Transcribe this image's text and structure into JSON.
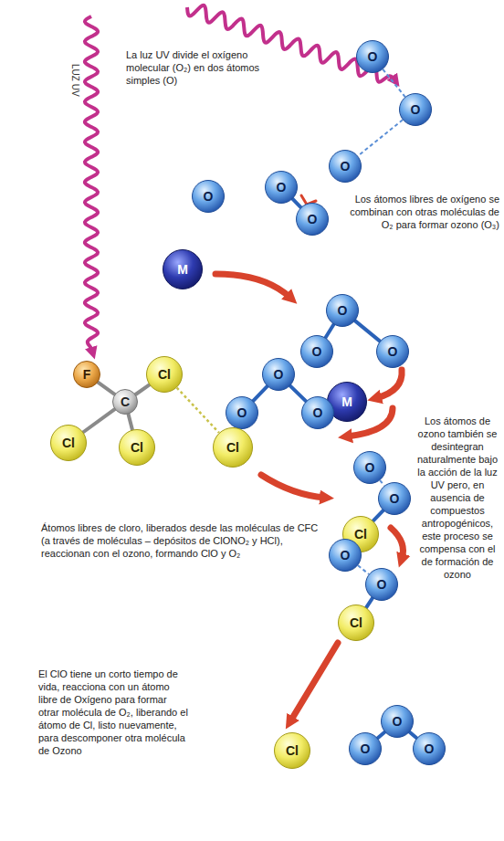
{
  "diagram": {
    "nodes": [
      {
        "text": [
          "O"
        ]
      },
      {
        "text": [
          "O"
        ]
      },
      {
        "text": [
          "O"
        ]
      },
      {
        "text": [
          "O"
        ]
      },
      {
        "text": [
          "O"
        ]
      },
      {
        "text": [
          "O"
        ]
      },
      {
        "text": [
          "M"
        ]
      },
      {
        "text": [
          "O"
        ]
      },
      {
        "text": [
          "O"
        ]
      },
      {
        "text": [
          "O"
        ]
      },
      {
        "text": [
          "M"
        ]
      },
      {
        "text": [
          "O"
        ]
      },
      {
        "text": [
          "O"
        ]
      },
      {
        "text": [
          "O"
        ]
      },
      {
        "text": [
          "F"
        ]
      },
      {
        "text": [
          "Cl"
        ]
      },
      {
        "text": [
          "C"
        ]
      },
      {
        "text": [
          "Cl"
        ]
      },
      {
        "text": [
          "Cl"
        ]
      },
      {
        "text": [
          "Cl"
        ]
      },
      {
        "text": [
          "O"
        ]
      },
      {
        "text": [
          "O"
        ]
      },
      {
        "text": [
          "Cl"
        ]
      },
      {
        "text": [
          "O"
        ]
      },
      {
        "text": [
          "O"
        ]
      },
      {
        "text": [
          "Cl"
        ]
      },
      {
        "text": [
          "Cl"
        ]
      },
      {
        "text": [
          "O"
        ]
      },
      {
        "text": [
          "O"
        ]
      },
      {
        "text": [
          "O"
        ]
      }
    ],
    "edges": [
      {
        "from": 0,
        "to": 1,
        "arrow": "none"
      },
      {
        "from": 1,
        "to": 2,
        "arrow": "none"
      },
      {
        "from": 3,
        "to": 4,
        "arrow": "none"
      },
      {
        "from": 7,
        "to": 8,
        "arrow": "none"
      },
      {
        "from": 7,
        "to": 9,
        "arrow": "none"
      },
      {
        "from": 11,
        "to": 12,
        "arrow": "none"
      },
      {
        "from": 12,
        "to": 13,
        "arrow": "none"
      },
      {
        "from": 14,
        "to": 16,
        "arrow": "none"
      },
      {
        "from": 15,
        "to": 16,
        "arrow": "none"
      },
      {
        "from": 16,
        "to": 17,
        "arrow": "none"
      },
      {
        "from": 16,
        "to": 18,
        "arrow": "none"
      },
      {
        "from": 15,
        "to": 19,
        "arrow": "none"
      },
      {
        "from": 20,
        "to": 21,
        "arrow": "none"
      },
      {
        "from": 21,
        "to": 22,
        "arrow": "none"
      },
      {
        "from": 23,
        "to": 24,
        "arrow": "none"
      },
      {
        "from": 24,
        "to": 25,
        "arrow": "none"
      },
      {
        "from": 27,
        "to": 28,
        "arrow": "none"
      },
      {
        "from": 28,
        "to": 29,
        "arrow": "none"
      }
    ],
    "labels": [
      "La luz UV divide el oxígeno molecular (O₂) en dos átomos simples (O)",
      "LUZ UV",
      "Los átomos libres de oxígeno se combinan con otras moléculas de O₂ para formar ozono (O₃)",
      "Átomos libres de cloro, liberados desde las moléculas de CFC (a través de moléculas – depósitos de ClONO₂ y HCl), reaccionan con el ozono, formando ClO y O₂",
      "Los átomos de ozono también se desintegran naturalmente bajo la acción de la luz UV pero, en ausencia de compuestos antropogénicos, este proceso se compensa con el de formación de ozono",
      "El ClO tiene un corto tiempo de vida, reacciona con un átomo libre de Oxígeno para formar otrar molécula de O₂, liberando el átomo de Cl, listo nuevamente, para descomponer otra molécula de Ozono"
    ]
  }
}
